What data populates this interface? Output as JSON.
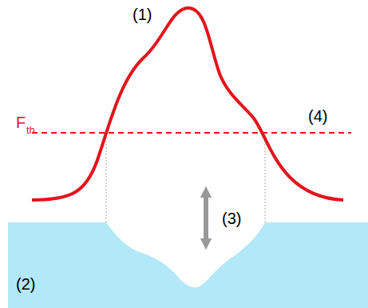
{
  "diagram": {
    "labels": [
      "(1)",
      "F",
      "th",
      "(4)",
      "(3)",
      "(2)"
    ]
  }
}
